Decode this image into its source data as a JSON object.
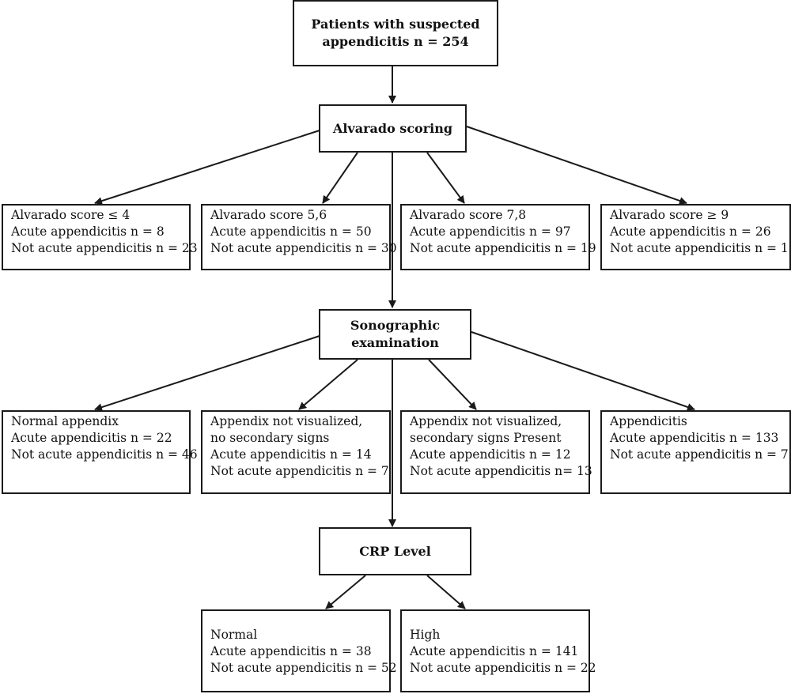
{
  "colors": {
    "stroke": "#1a1a1a",
    "text": "#111111",
    "background": "#ffffff"
  },
  "root": {
    "line1": "Patients with suspected",
    "line2": "appendicitis n = 254"
  },
  "alvarado": {
    "title": "Alvarado scoring",
    "groups": [
      {
        "label": "Alvarado score  ≤ 4",
        "acute": "Acute appendicitis n = 8",
        "not_acute": "Not acute appendicitis n = 23"
      },
      {
        "label": "Alvarado score 5,6",
        "acute": "Acute appendicitis n = 50",
        "not_acute": "Not acute appendicitis n = 30"
      },
      {
        "label": "Alvarado score 7,8",
        "acute": "Acute appendicitis n = 97",
        "not_acute": "Not acute appendicitis n = 19"
      },
      {
        "label": "Alvarado score  ≥ 9",
        "acute": "Acute appendicitis n = 26",
        "not_acute": "Not acute appendicitis n = 1"
      }
    ]
  },
  "sonographic": {
    "title_line1": "Sonographic",
    "title_line2": "examination",
    "groups": [
      {
        "lines": [
          "Normal appendix",
          "Acute appendicitis n = 22",
          "Not acute appendicitis n = 46"
        ]
      },
      {
        "lines": [
          "Appendix not visualized,",
          "no secondary signs",
          "Acute appendicitis n = 14",
          "Not acute appendicitis n = 7"
        ]
      },
      {
        "lines": [
          "Appendix not visualized,",
          "secondary signs Present",
          "Acute appendicitis n = 12",
          "Not acute appendicitis n= 13"
        ]
      },
      {
        "lines": [
          "Appendicitis",
          "Acute appendicitis n = 133",
          "Not acute appendicitis n = 7"
        ]
      }
    ]
  },
  "crp": {
    "title": "CRP Level",
    "groups": [
      {
        "label": "Normal",
        "acute": "Acute appendicitis n = 38",
        "not_acute": "Not acute appendicitis n = 52"
      },
      {
        "label": "High",
        "acute": "Acute appendicitis n = 141",
        "not_acute": "Not acute appendicitis n = 22"
      }
    ]
  }
}
